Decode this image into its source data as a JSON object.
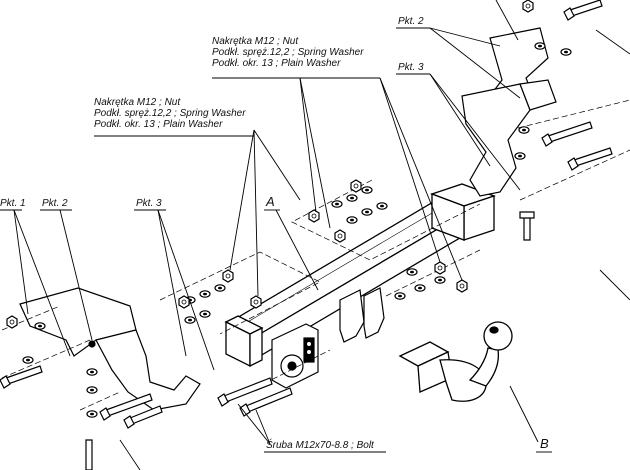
{
  "labels": {
    "nut_group_top": [
      "Nakrętka  M12 ; Nut",
      "Podkł. spręż.12,2 ; Spring Washer",
      "Podkł. okr. 13 ; Plain Washer"
    ],
    "nut_group_left": [
      "Nakrętka  M12 ; Nut",
      "Podkł. spręż.12,2 ; Spring Washer",
      "Podkł. okr. 13 ; Plain Washer"
    ],
    "pkt2_top": "Pkt. 2",
    "pkt3_top": "Pkt. 3",
    "pkt1_left": "Pkt. 1",
    "pkt2_left": "Pkt. 2",
    "pkt3_left": "Pkt. 3",
    "part_a": "A",
    "part_b": "B",
    "bolt": "Śruba M12x70-8.8 ;  Bolt"
  }
}
